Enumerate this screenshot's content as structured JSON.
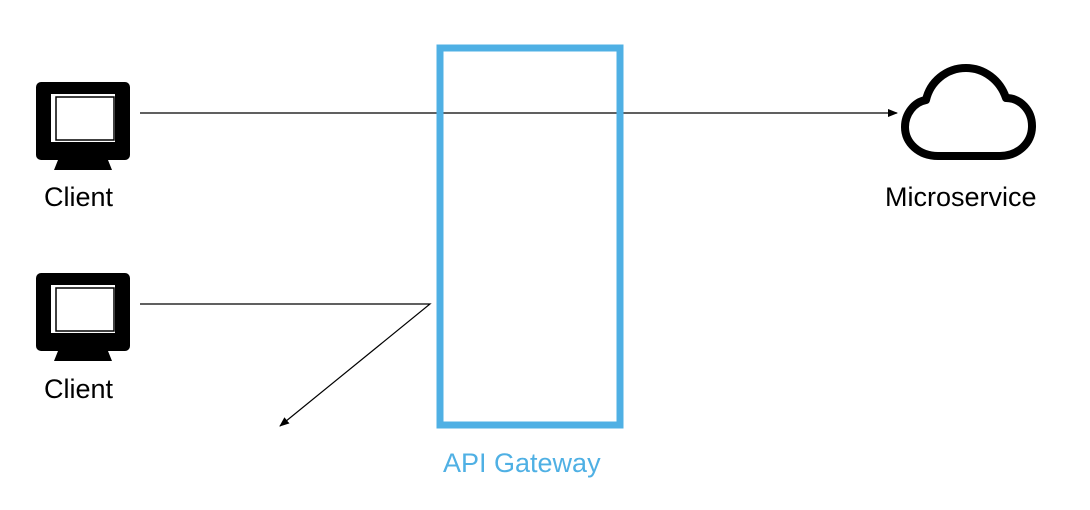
{
  "clients": [
    {
      "label": "Client",
      "icon": "monitor-icon"
    },
    {
      "label": "Client",
      "icon": "monitor-icon"
    }
  ],
  "gateway": {
    "label": "API Gateway",
    "color": "#4FB0E4"
  },
  "microservice": {
    "label": "Microservice",
    "icon": "cloud-icon"
  },
  "colors": {
    "stroke": "#000000",
    "gateway": "#4FB0E4",
    "background": "#ffffff"
  }
}
